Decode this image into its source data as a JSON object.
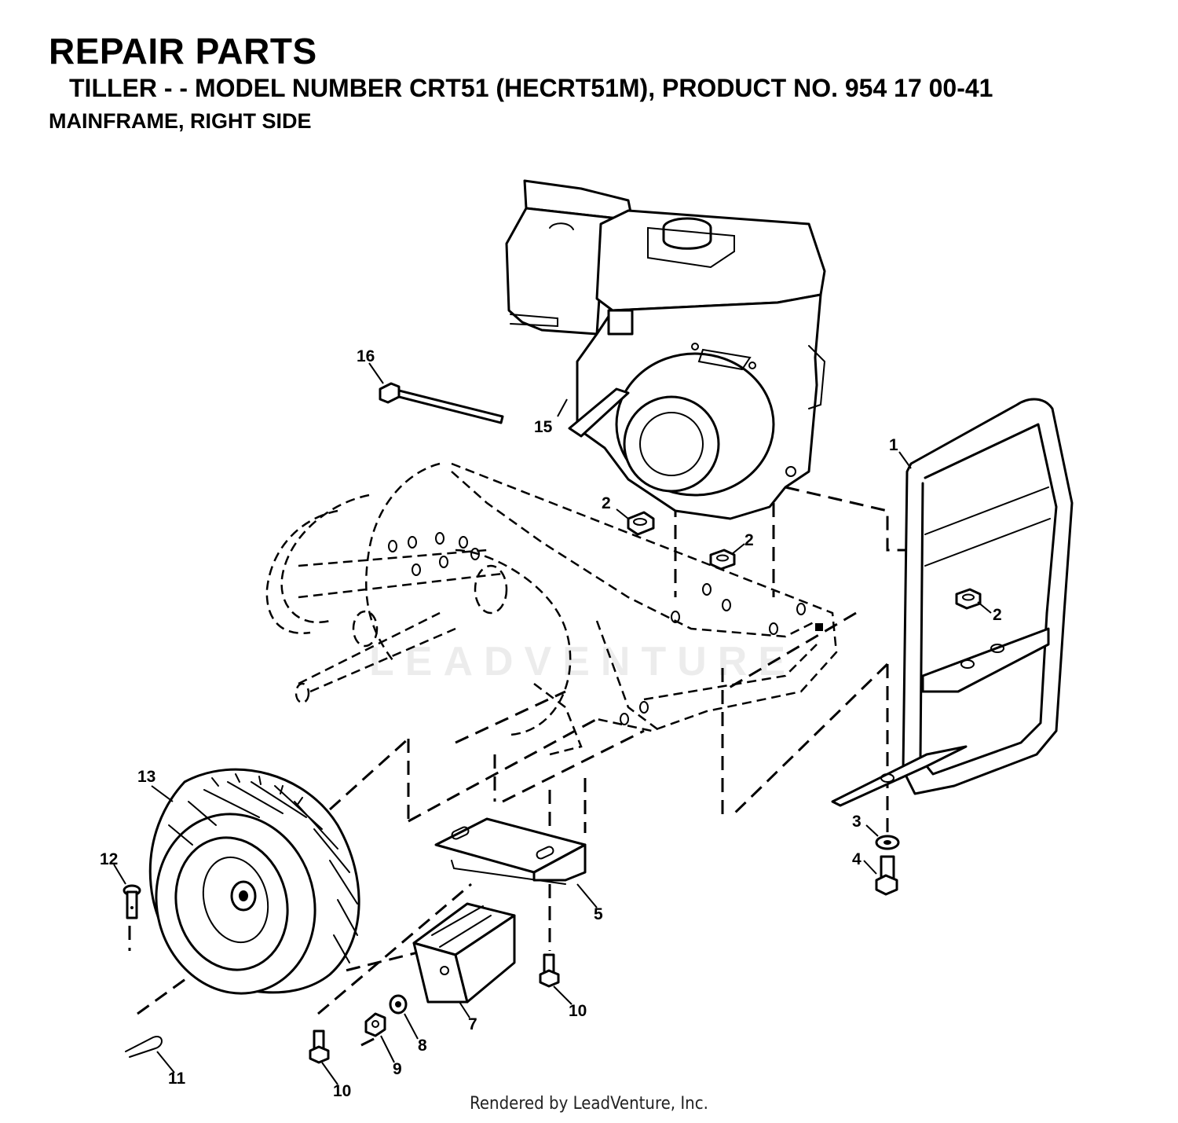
{
  "header": {
    "title": "REPAIR PARTS",
    "subtitle": "TILLER - - MODEL NUMBER CRT51 (HECRT51M), PRODUCT NO. 954 17 00-41",
    "section": "MAINFRAME, RIGHT SIDE"
  },
  "callouts": [
    {
      "id": "c1",
      "label": "1"
    },
    {
      "id": "c2a",
      "label": "2"
    },
    {
      "id": "c2b",
      "label": "2"
    },
    {
      "id": "c2c",
      "label": "2"
    },
    {
      "id": "c3",
      "label": "3"
    },
    {
      "id": "c4",
      "label": "4"
    },
    {
      "id": "c5",
      "label": "5"
    },
    {
      "id": "c7",
      "label": "7"
    },
    {
      "id": "c8",
      "label": "8"
    },
    {
      "id": "c9",
      "label": "9"
    },
    {
      "id": "c10a",
      "label": "10"
    },
    {
      "id": "c10b",
      "label": "10"
    },
    {
      "id": "c11",
      "label": "11"
    },
    {
      "id": "c12",
      "label": "12"
    },
    {
      "id": "c13",
      "label": "13"
    },
    {
      "id": "c15",
      "label": "15"
    },
    {
      "id": "c16",
      "label": "16"
    }
  ],
  "watermark": "LEADVENTURE",
  "footer": "Rendered by LeadVenture, Inc."
}
